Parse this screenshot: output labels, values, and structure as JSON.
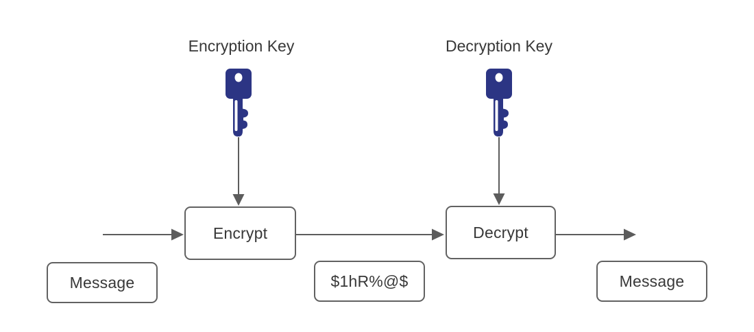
{
  "diagram": {
    "type": "encryption-flow",
    "labels": {
      "encryption_key": "Encryption Key",
      "decryption_key": "Decryption Key"
    },
    "nodes": {
      "encrypt": "Encrypt",
      "decrypt": "Decrypt",
      "message_input": "Message",
      "ciphertext": "$1hR%@$",
      "message_output": "Message"
    },
    "icons": {
      "encryption_key": "key-icon",
      "decryption_key": "key-icon"
    },
    "colors": {
      "key_fill": "#2c3584",
      "box_border": "#616161",
      "arrow": "#5c5c5c",
      "text": "#383838",
      "background": "#ffffff"
    }
  }
}
